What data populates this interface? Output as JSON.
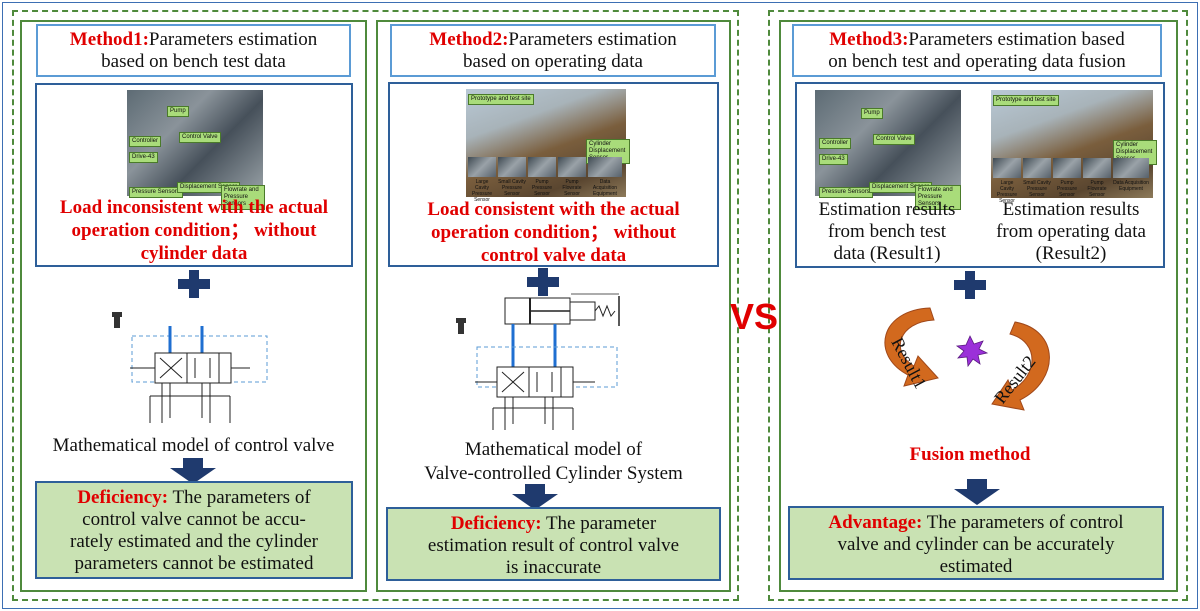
{
  "method1": {
    "title_hl": "Method1:",
    "title_rest": "Parameters estimation",
    "title_line2": "based on bench test data",
    "photo_tags": [
      "Pump",
      "Controller",
      "Control Valve",
      "Drive-43",
      "Pressure Sensors",
      "Displacement Sensor",
      "Flowrate and Pressure Sensors"
    ],
    "red_line1": "Load inconsistent with the actual",
    "red_line2": "operation condition； without",
    "red_line3": "cylinder data",
    "model_caption": "Mathematical model of control valve",
    "def_hl": "Deficiency:",
    "def_line1": " The parameters of",
    "def_line2": "control valve cannot be accu-",
    "def_line3": "rately estimated and the cylinder",
    "def_line4": "parameters cannot be estimated"
  },
  "method2": {
    "title_hl": "Method2:",
    "title_rest": "Parameters estimation",
    "title_line2": "based on operating data",
    "photo_tags": [
      "Prototype and test site",
      "Cylinder Displacement Sensor",
      "Large Cavity Pressure Sensor",
      "Small Cavity Pressure Sensor",
      "Pump Pressure Sensor",
      "Pump Flowrate Sensor",
      "Data Acquisition Equipment"
    ],
    "red_line1": "Load consistent with the actual",
    "red_line2": "operation condition； without",
    "red_line3": "control valve data",
    "model_caption1": "Mathematical model of",
    "model_caption2": "Valve-controlled Cylinder System",
    "def_hl": "Deficiency:",
    "def_line1": " The parameter",
    "def_line2": "estimation result of control valve",
    "def_line3": "is inaccurate"
  },
  "vs_label": "VS",
  "method3": {
    "title_hl": "Method3:",
    "title_rest": "Parameters estimation based",
    "title_line2": "on bench test and operating data fusion",
    "left_caption1": "Estimation results",
    "left_caption2": "from bench test",
    "left_caption3": "data (Result1)",
    "right_caption1": "Estimation results",
    "right_caption2": "from operating data",
    "right_caption3": "(Result2)",
    "result1_label": "Result1",
    "result2_label": "Result2",
    "fusion_label": "Fusion method",
    "adv_hl": "Advantage:",
    "adv_line1": " The parameters of control",
    "adv_line2": "valve and cylinder can be accurately",
    "adv_line3": "estimated"
  },
  "colors": {
    "accent_red": "#e00000",
    "frame_green": "#4f8a3c",
    "box_blue": "#2e5f99",
    "title_border": "#5b9bd5",
    "fill_green": "#c9e2b3",
    "arrow_navy": "#1f3a6e",
    "arrow_orange": "#d2691e"
  }
}
